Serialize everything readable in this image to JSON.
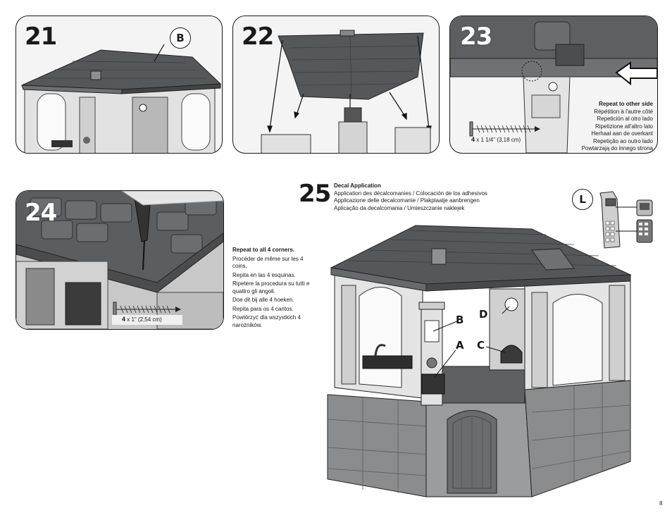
{
  "steps": {
    "s21": {
      "number": "21",
      "callout": "B"
    },
    "s22": {
      "number": "22"
    },
    "s23": {
      "number": "23",
      "repeat_lines": [
        "Repeat to other side",
        "Répétition à l'autre côté",
        "Repetición al otro lado",
        "Ripetizione all'altro lato",
        "Herhaal aan de overkant",
        "Repetição ao outro lado",
        "Powtarzają do innego strona"
      ],
      "screw_qty": "4",
      "screw_size": " x 1 1/4\" (3,18 cm)"
    },
    "s24": {
      "number": "24",
      "screw_qty": "4",
      "screw_size": " x 1\" (2,54 cm)",
      "instructions": {
        "title": "Repeat to all 4 corners.",
        "lines": [
          "Procéder de même sur les 4 coins.",
          "Repita en las 4 esquinas.",
          "Ripetere la procedura su tutti e quattro gli angoli.",
          "Doe dit bij alle 4 hoeken.",
          "Repita para os 4 cantos.",
          "Powtórzyć dla wszystkich 4 narożników."
        ]
      }
    },
    "s25": {
      "number": "25",
      "title": "Decal Application",
      "lines": [
        "Application des décalcomanies / Colocación de los adhesivos",
        "Applicazione delle decalcomanie / Plakplaatje aanbrengen",
        "Aplicação da decalcomania / Umieszczanie naklejek"
      ],
      "callout": "L",
      "decal_labels": [
        "B",
        "D",
        "A",
        "C"
      ]
    }
  },
  "page_number": "8",
  "colors": {
    "roof": "#55585a",
    "wall": "#d9d9d9",
    "stone": "#8a8c8e",
    "outline": "#1a1a1a"
  }
}
